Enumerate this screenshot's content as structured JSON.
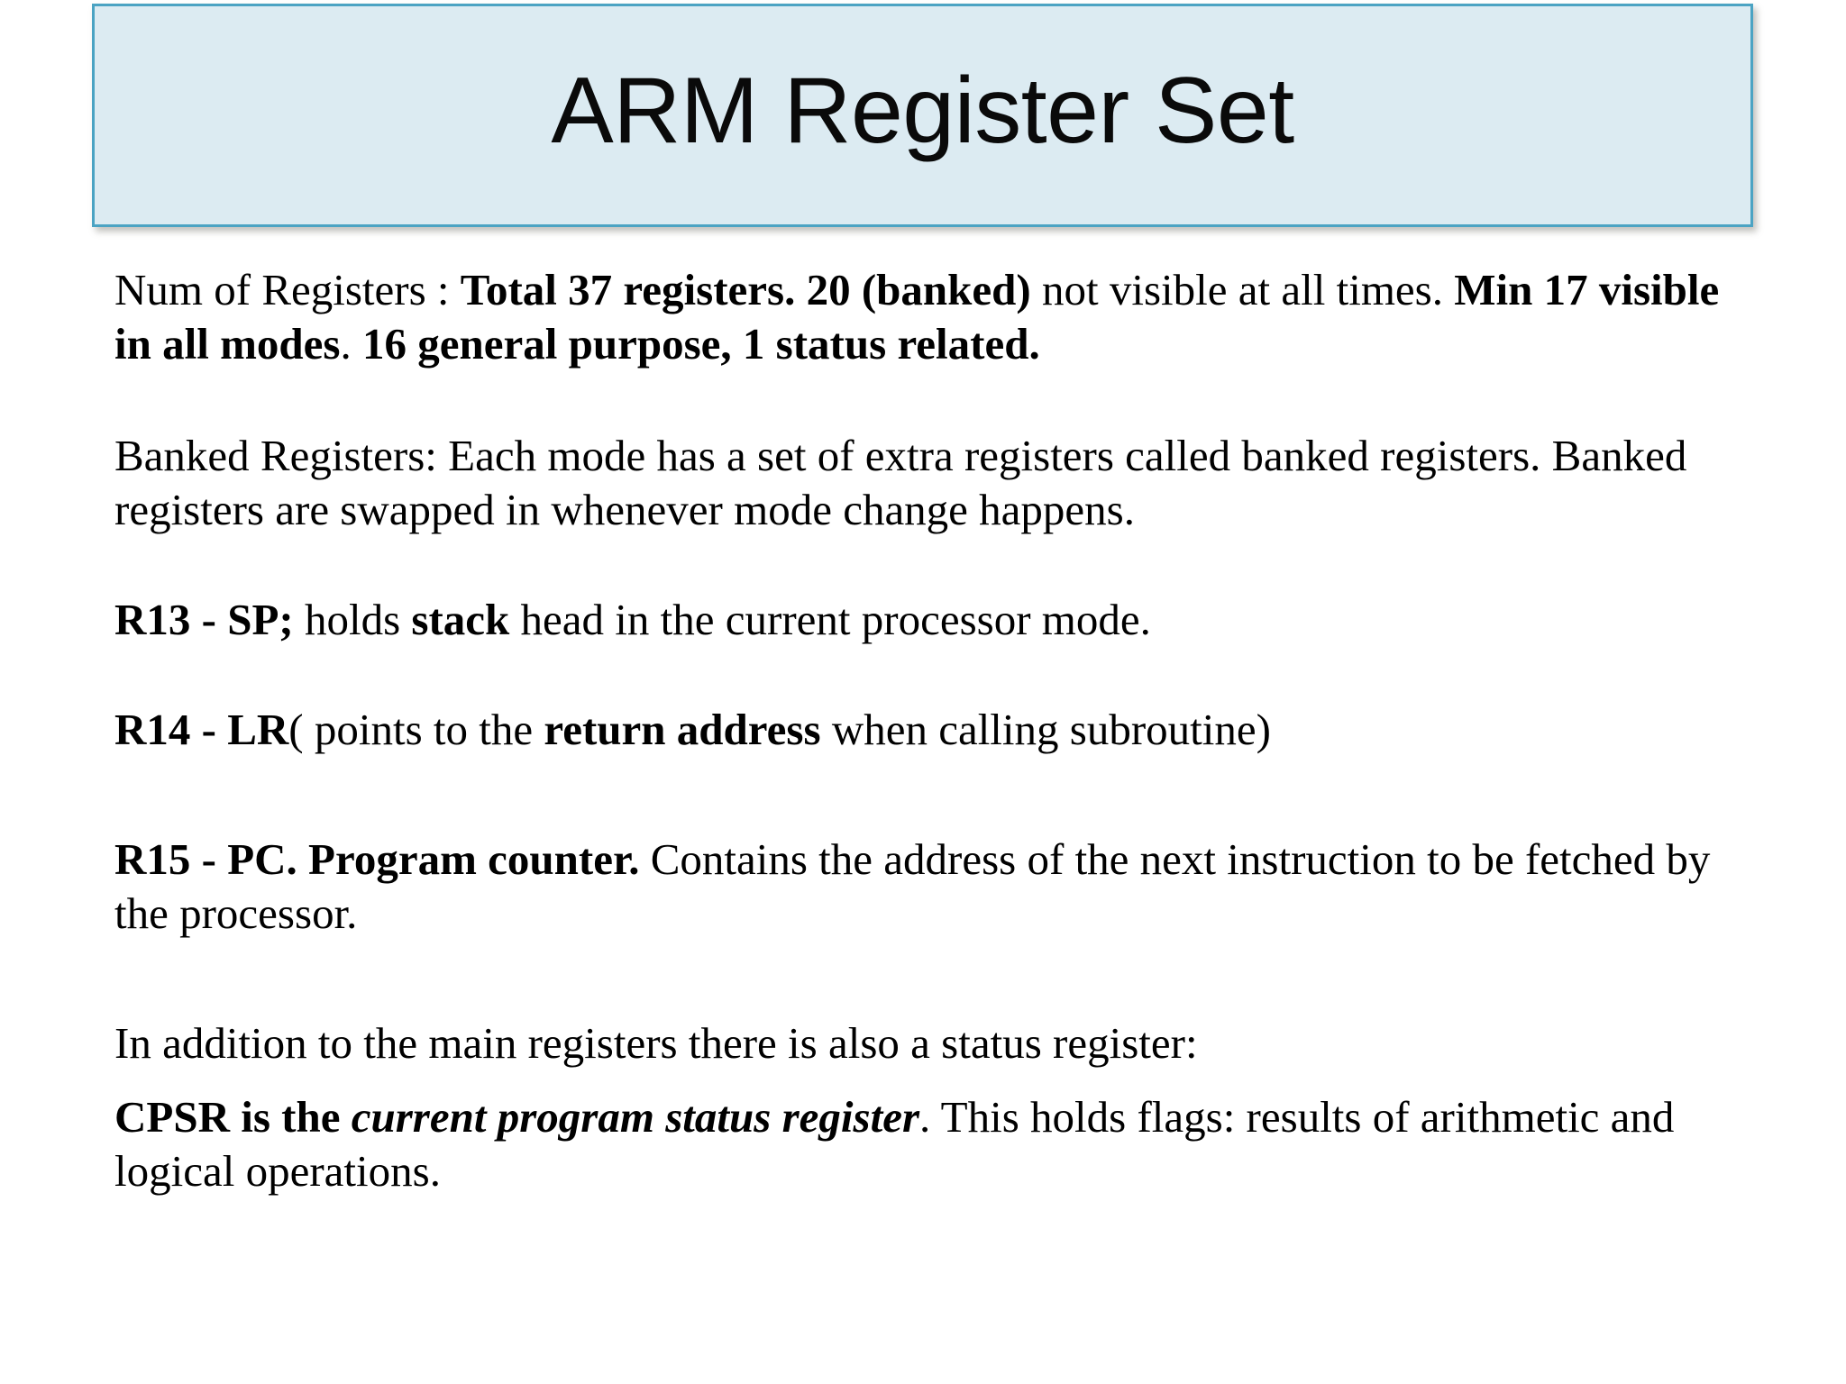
{
  "slide": {
    "title": "ARM Register Set",
    "theme": {
      "title_fill": "#DCEBF2",
      "title_border": "#4BA3C3",
      "background": "#FFFFFF",
      "text_color": "#000000"
    }
  },
  "body": {
    "paragraphs": [
      {
        "id": "num-of-registers",
        "runs": [
          {
            "text": "Num of Registers : ",
            "style": "normal"
          },
          {
            "text": "Total 37 registers. 20 (banked)",
            "style": "bold"
          },
          {
            "text": " not visible at all times. ",
            "style": "normal"
          },
          {
            "text": "Min 17 visible in all modes",
            "style": "bold"
          },
          {
            "text": ". ",
            "style": "normal"
          },
          {
            "text": "16 general purpose, 1 status related.",
            "style": "bold"
          }
        ]
      },
      {
        "id": "banked-registers",
        "runs": [
          {
            "text": "Banked Registers: Each mode has a set of extra registers called banked registers. Banked registers are swapped in whenever mode change happens.",
            "style": "normal"
          }
        ]
      },
      {
        "id": "r13-sp",
        "runs": [
          {
            "text": "R13 - SP;",
            "style": "bold"
          },
          {
            "text": " holds ",
            "style": "normal"
          },
          {
            "text": "stack",
            "style": "bold"
          },
          {
            "text": " head in the current processor mode.",
            "style": "normal"
          }
        ]
      },
      {
        "id": "r14-lr",
        "runs": [
          {
            "text": "R14 - LR",
            "style": "bold"
          },
          {
            "text": "( points to the ",
            "style": "normal"
          },
          {
            "text": "return address",
            "style": "bold"
          },
          {
            "text": " when calling subroutine)",
            "style": "normal"
          }
        ]
      },
      {
        "id": "r15-pc",
        "runs": [
          {
            "text": "R15 - PC. Program counter.",
            "style": "bold"
          },
          {
            "text": " Contains the address of the next instruction to be fetched by the processor.",
            "style": "normal"
          }
        ]
      },
      {
        "id": "status-register-intro",
        "runs": [
          {
            "text": "In addition to the main registers there is also a status register:",
            "style": "normal"
          }
        ]
      },
      {
        "id": "cpsr",
        "runs": [
          {
            "text": "CPSR is the ",
            "style": "bold"
          },
          {
            "text": "current program status register",
            "style": "bold-italic"
          },
          {
            "text": ". This holds flags: results of arithmetic and logical operations.",
            "style": "normal"
          }
        ]
      }
    ]
  }
}
